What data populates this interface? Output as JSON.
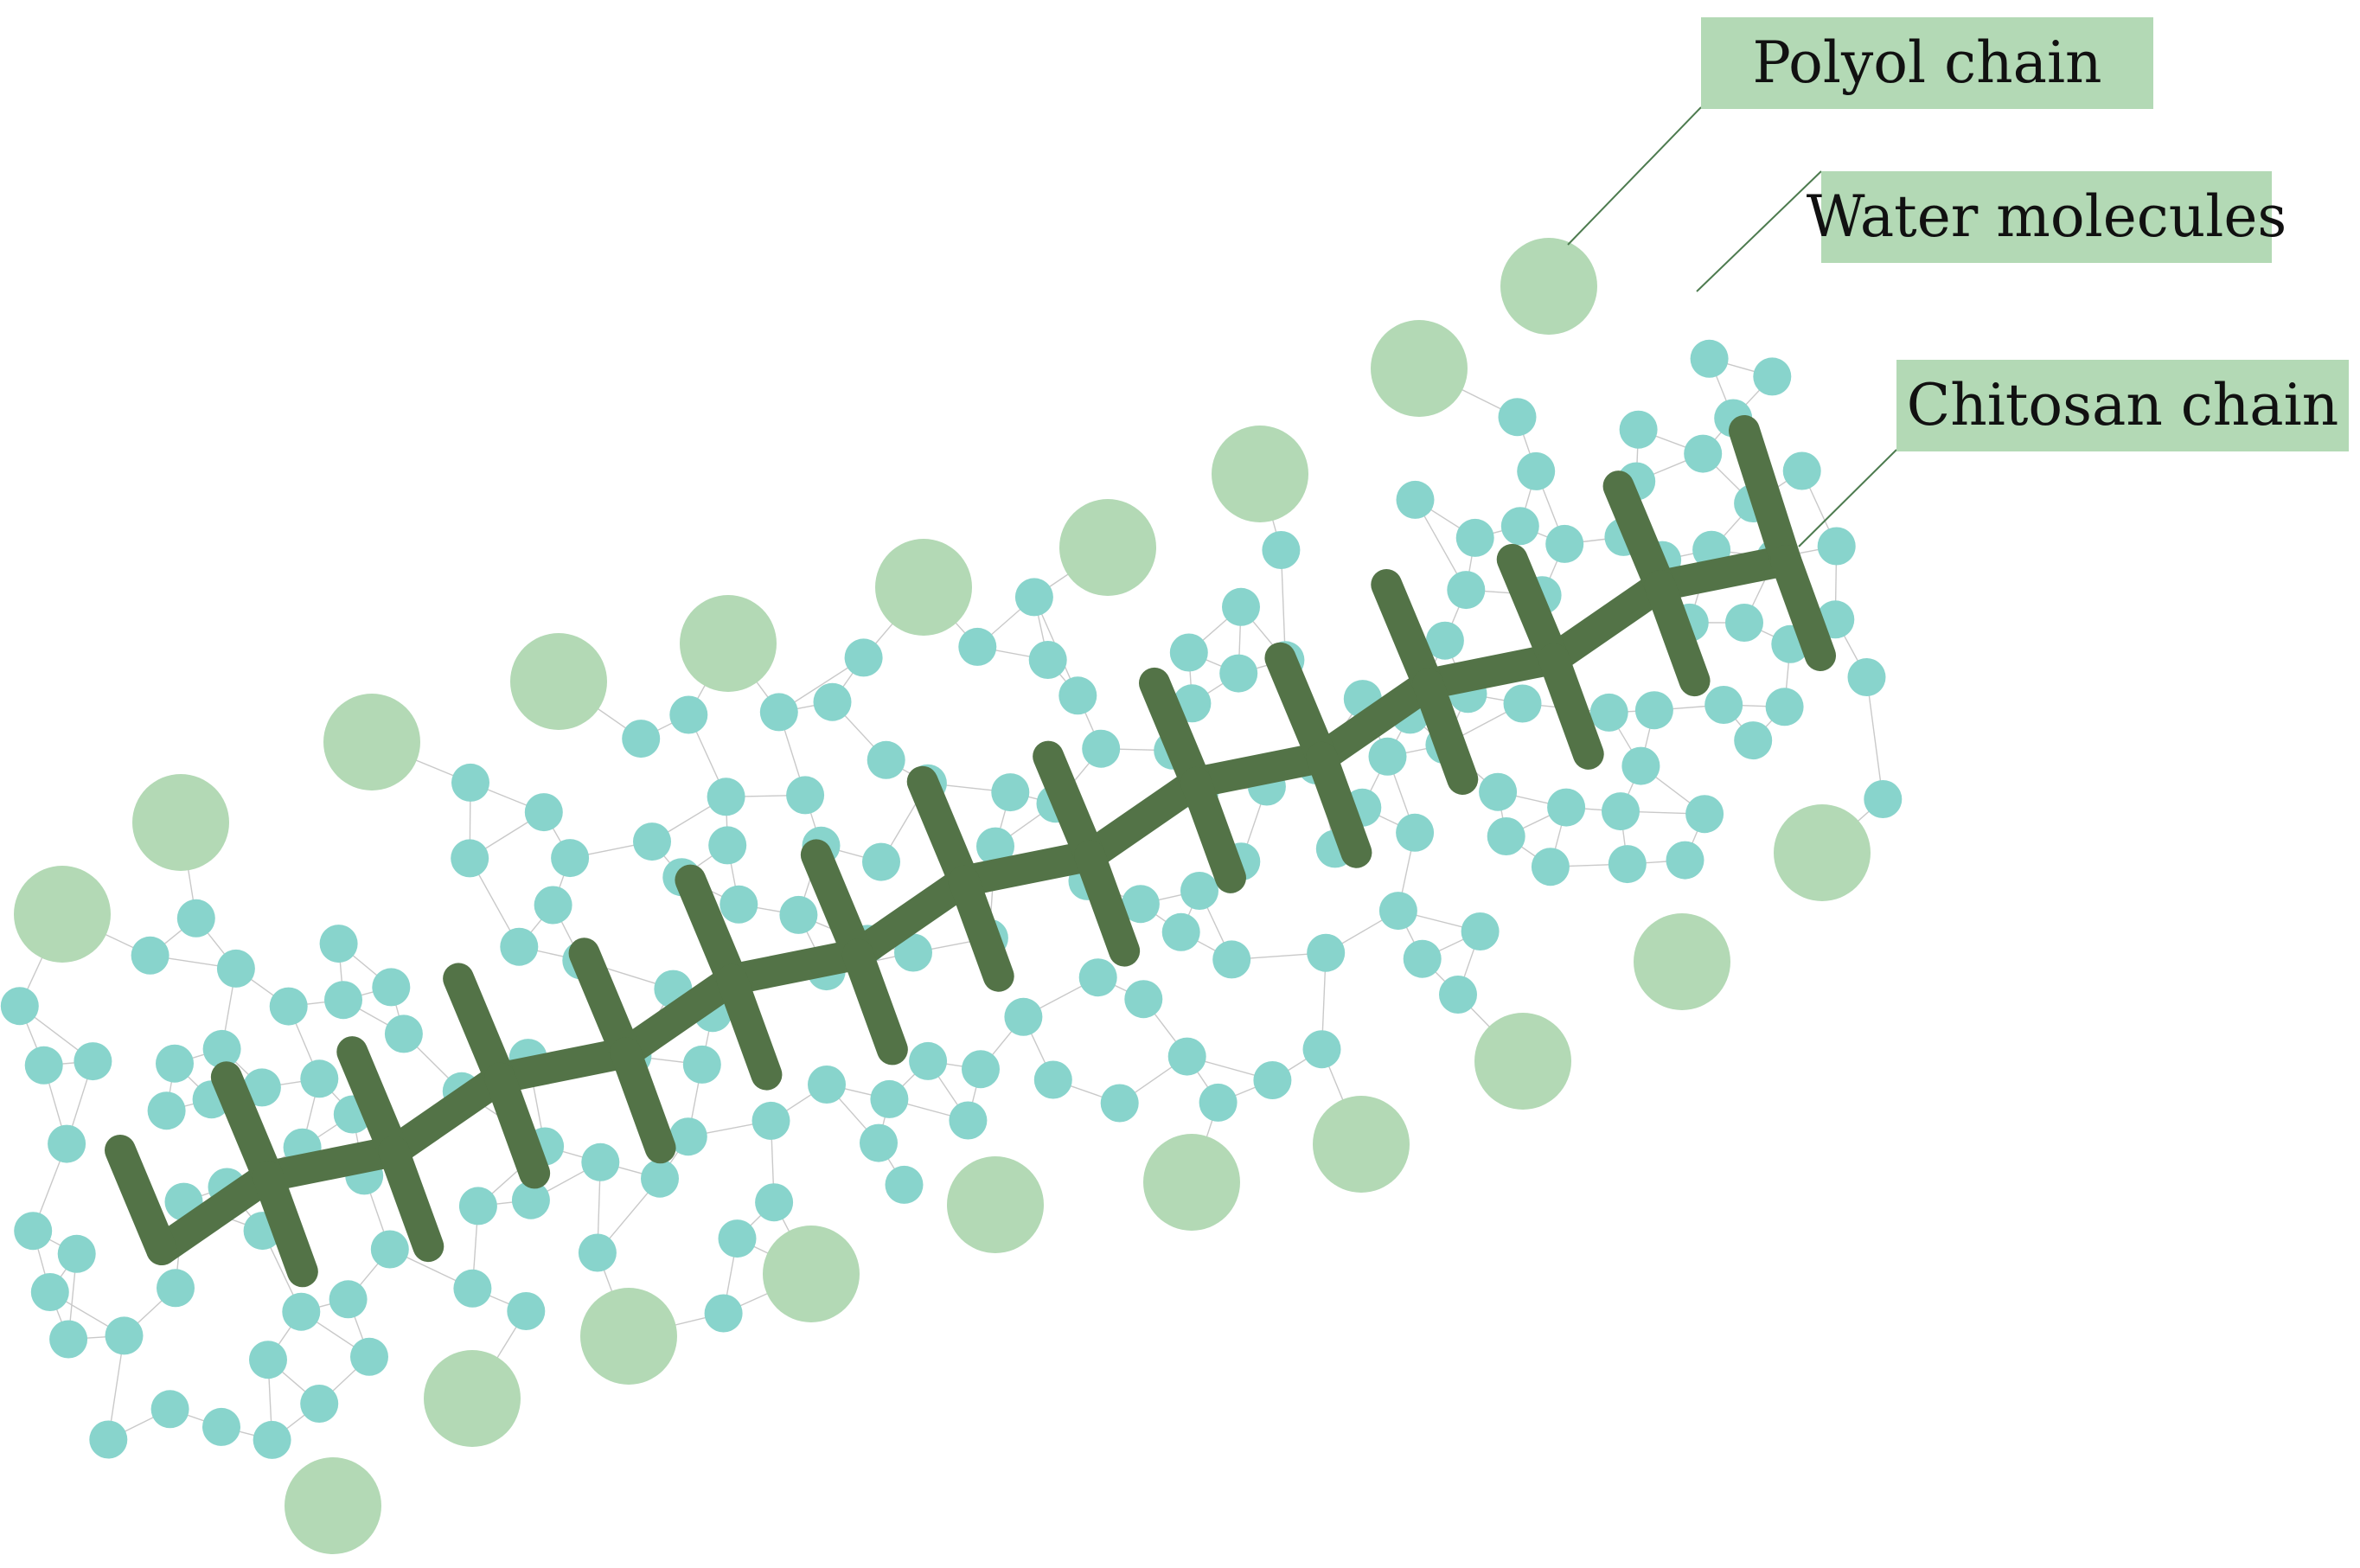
{
  "labels": {
    "polyol": "Polyol chain",
    "water": "Water molecules",
    "chitosan": "Chitosan chain"
  },
  "colors": {
    "polyol": "#b3d9b5",
    "water": "#88d4cc",
    "chitosan": "#537347",
    "network_line": "#c9c9c9",
    "leader_line": "#4d7b4f",
    "callout_bg": "#b3d9b5"
  }
}
